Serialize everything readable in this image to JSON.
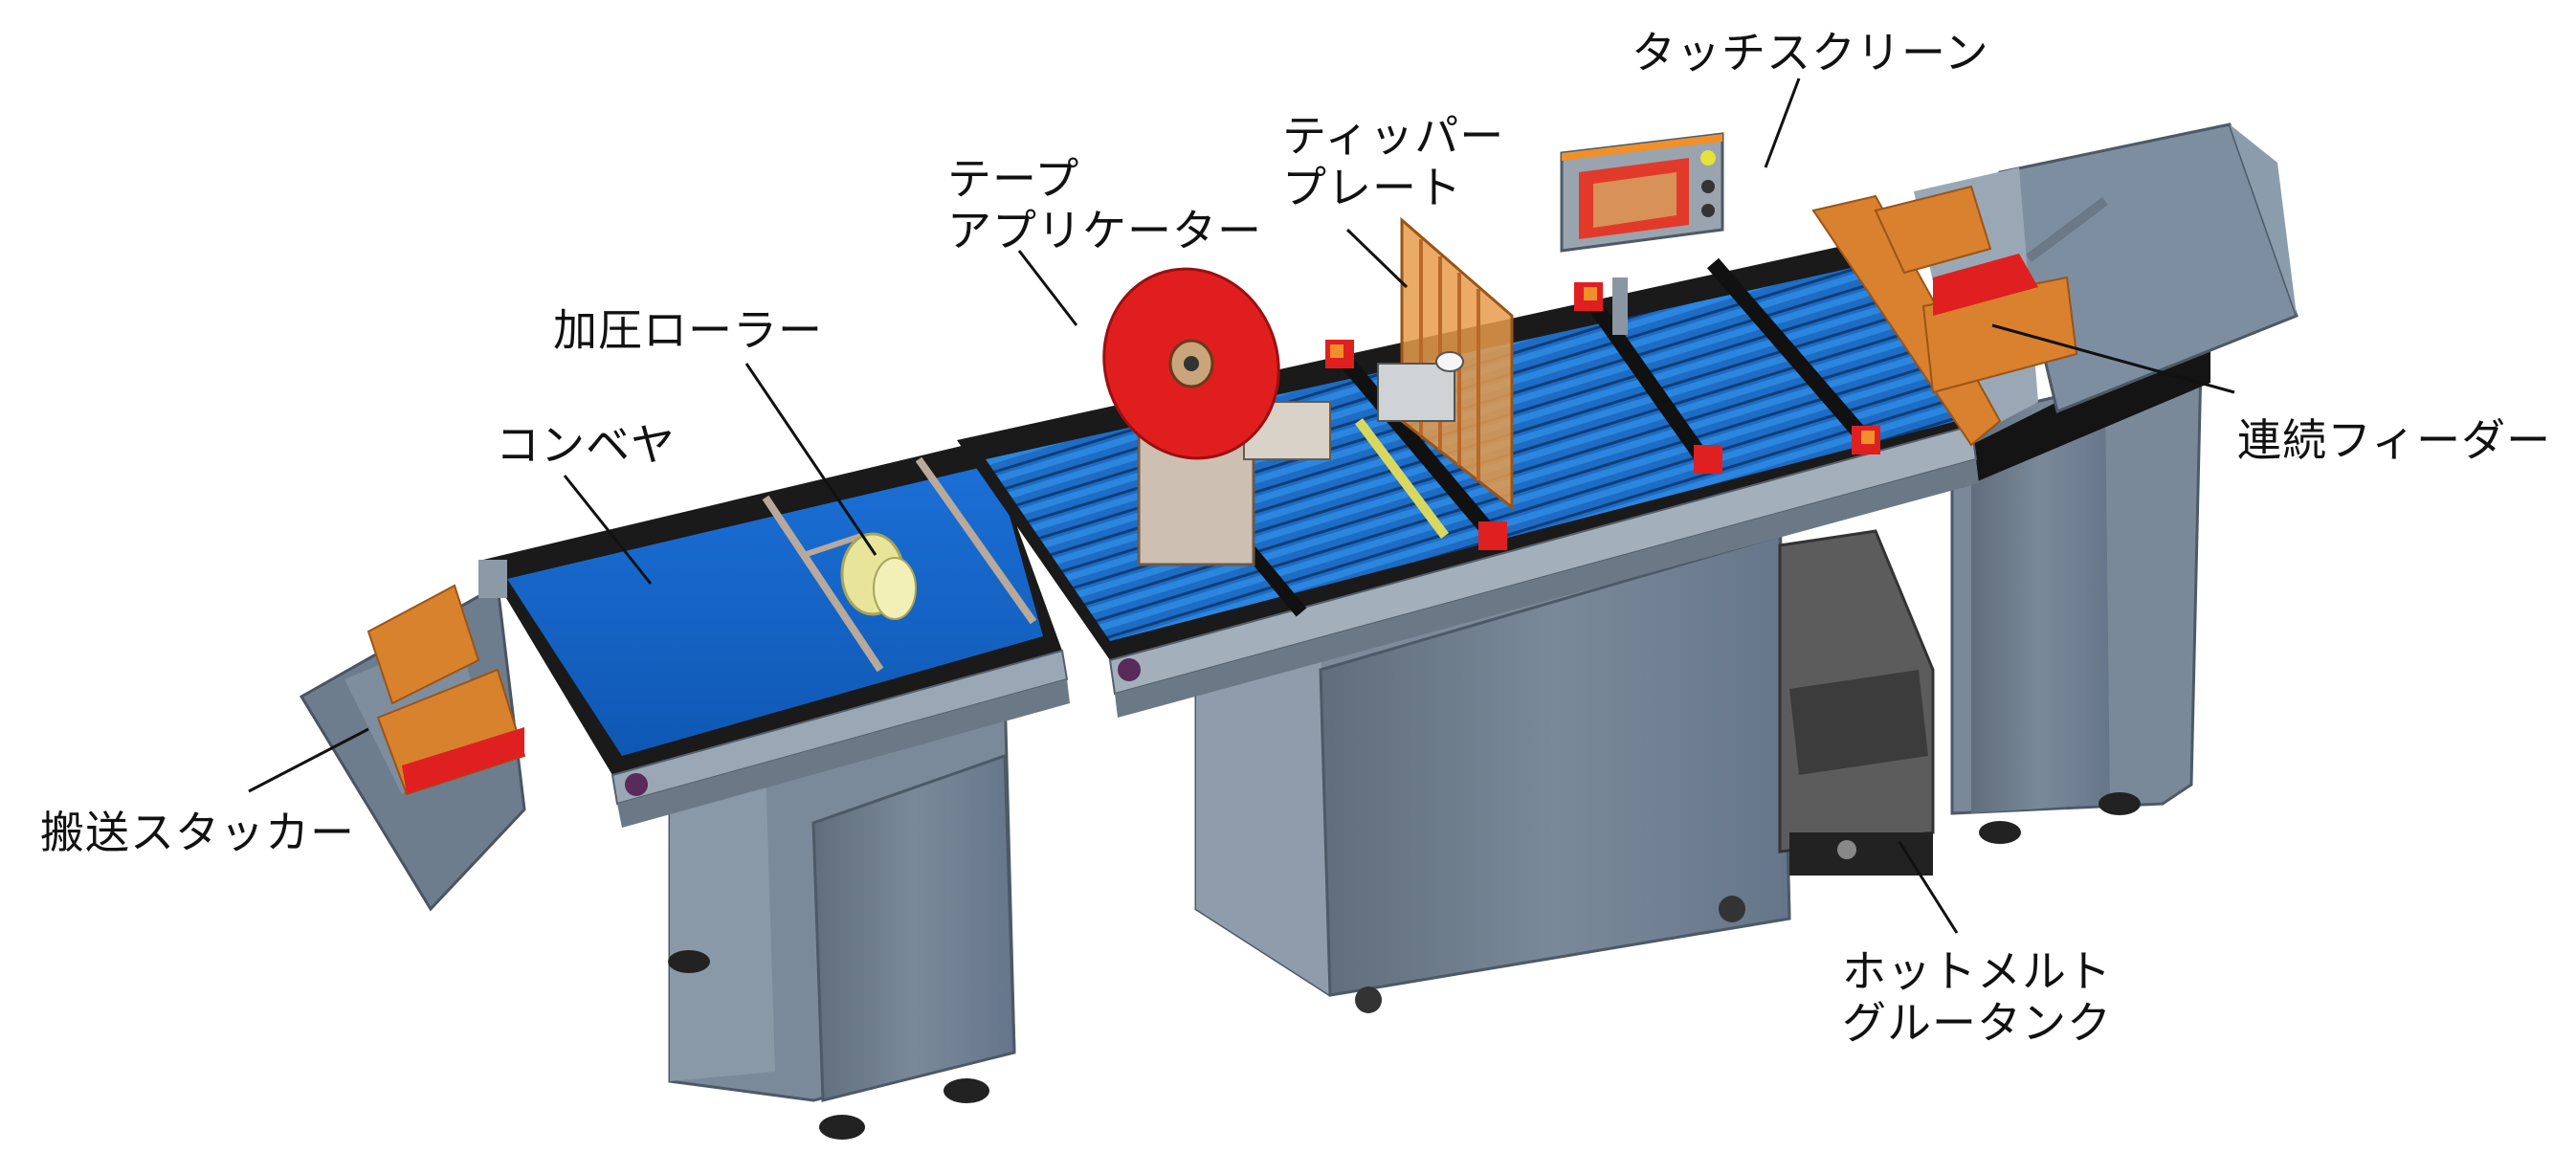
{
  "diagram": {
    "type": "labeled machine illustration",
    "subject": "tape applicator / conveyor line",
    "colors": {
      "background": "#ffffff",
      "frame_gray": "#6f7e8e",
      "frame_light": "#8d9cab",
      "belt_blue": "#1464c8",
      "reel_red": "#e01e1e",
      "guide_orange": "#d9812e",
      "rail_black": "#1a1a1a",
      "leader_line": "#111111"
    }
  },
  "labels": {
    "touch_screen": "タッチスクリーン",
    "tipper_plate_line1": "ティッパー",
    "tipper_plate_line2": "プレート",
    "tape_applicator_line1": "テープ",
    "tape_applicator_line2": "アプリケーター",
    "pressure_roller": "加圧ローラー",
    "conveyor": "コンベヤ",
    "continuous_feeder": "連続フィーダー",
    "delivery_stacker": "搬送スタッカー",
    "hot_melt_line1": "ホットメルト",
    "hot_melt_line2": "グルータンク"
  }
}
